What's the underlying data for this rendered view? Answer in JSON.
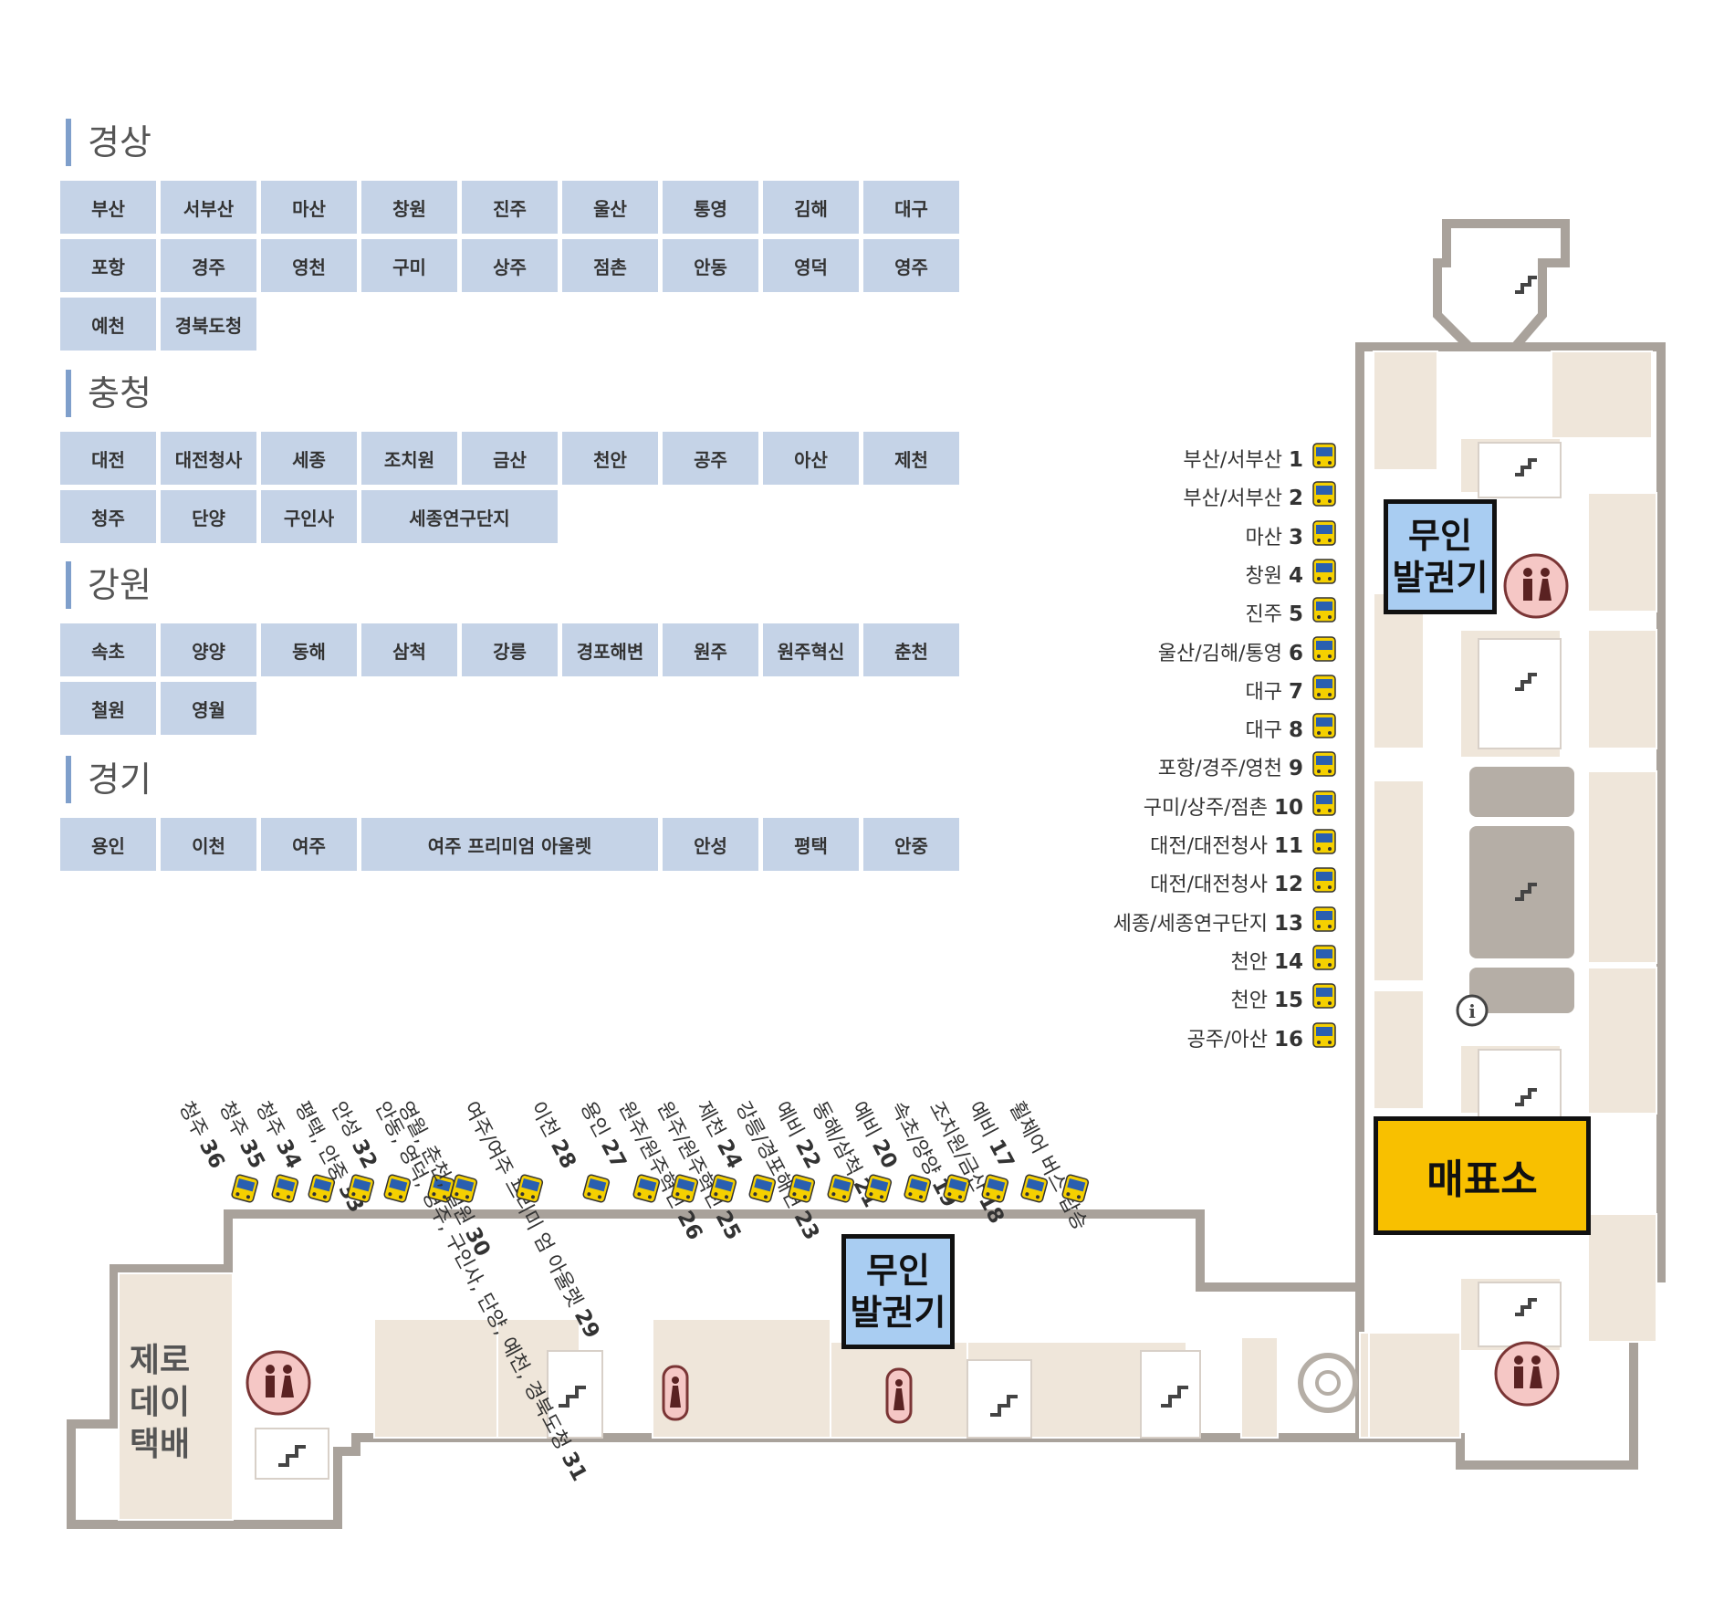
{
  "regions": [
    {
      "title": "경상",
      "cities": [
        "부산",
        "서부산",
        "마산",
        "창원",
        "진주",
        "울산",
        "통영",
        "김해",
        "대구",
        "포항",
        "경주",
        "영천",
        "구미",
        "상주",
        "점촌",
        "안동",
        "영덕",
        "영주",
        "예천",
        "경북도청"
      ]
    },
    {
      "title": "충청",
      "cities": [
        "대전",
        "대전청사",
        "세종",
        "조치원",
        "금산",
        "천안",
        "공주",
        "아산",
        "제천",
        "청주",
        "단양",
        "구인사",
        "세종연구단지"
      ]
    },
    {
      "title": "강원",
      "cities": [
        "속초",
        "양양",
        "동해",
        "삼척",
        "강릉",
        "경포해변",
        "원주",
        "원주혁신",
        "춘천",
        "철원",
        "영월"
      ]
    },
    {
      "title": "경기",
      "cities": [
        "용인",
        "이천",
        "여주",
        "여주 프리미엄 아울렛",
        "안성",
        "평택",
        "안중"
      ]
    }
  ],
  "right_gates": [
    {
      "dest": "부산/서부산",
      "num": "1"
    },
    {
      "dest": "부산/서부산",
      "num": "2"
    },
    {
      "dest": "마산",
      "num": "3"
    },
    {
      "dest": "창원",
      "num": "4"
    },
    {
      "dest": "진주",
      "num": "5"
    },
    {
      "dest": "울산/김해/통영",
      "num": "6"
    },
    {
      "dest": "대구",
      "num": "7"
    },
    {
      "dest": "대구",
      "num": "8"
    },
    {
      "dest": "포항/경주/영천",
      "num": "9"
    },
    {
      "dest": "구미/상주/점촌",
      "num": "10"
    },
    {
      "dest": "대전/대전청사",
      "num": "11"
    },
    {
      "dest": "대전/대전청사",
      "num": "12"
    },
    {
      "dest": "세종/세종연구단지",
      "num": "13"
    },
    {
      "dest": "천안",
      "num": "14"
    },
    {
      "dest": "천안",
      "num": "15"
    },
    {
      "dest": "공주/아산",
      "num": "16"
    }
  ],
  "bottom_gates": [
    {
      "dest": "청주",
      "num": "36"
    },
    {
      "dest": "청주",
      "num": "35"
    },
    {
      "dest": "청주",
      "num": "34"
    },
    {
      "dest": "평택, 안중",
      "num": "33"
    },
    {
      "dest": "안성",
      "num": "32"
    },
    {
      "dest": "안동, 영덕, 영주,\n구인사, 단양, 예천,\n경북도청",
      "num": "31"
    },
    {
      "dest": "영월, 춘천, 철원",
      "num": "30"
    },
    {
      "dest": "여주/여주 프리미\n엄 아울렛",
      "num": "29"
    },
    {
      "dest": "이천",
      "num": "28"
    },
    {
      "dest": "용인",
      "num": "27"
    },
    {
      "dest": "원주/원주혁신",
      "num": "26"
    },
    {
      "dest": "원주/원주혁신",
      "num": "25"
    },
    {
      "dest": "제천",
      "num": "24"
    },
    {
      "dest": "강릉/경포해변",
      "num": "23"
    },
    {
      "dest": "예비",
      "num": "22"
    },
    {
      "dest": "동해/삼척",
      "num": "21"
    },
    {
      "dest": "예비",
      "num": "20"
    },
    {
      "dest": "속초/양양",
      "num": "19"
    },
    {
      "dest": "조치원/금산",
      "num": "18"
    },
    {
      "dest": "예비",
      "num": "17"
    },
    {
      "dest": "휠체어 버스 탑승",
      "num": ""
    }
  ],
  "kiosk_label": [
    "무인",
    "발권기"
  ],
  "ticket_office": "매표소",
  "zeroday": [
    "제로",
    "데이",
    "택배"
  ],
  "colors": {
    "cell_bg": "#c5d3e7",
    "accent_bar": "#7f9fcb",
    "kiosk": "#a9cdf2",
    "ticket": "#f8c000",
    "floor": "#efe6da",
    "wall": "#c9c2bb",
    "restroom": "#f5c7c5"
  },
  "icons": [
    "bus-icon",
    "restroom-icon",
    "stairs-icon",
    "escalator-icon",
    "elevator-icon",
    "info-icon",
    "female-restroom-icon"
  ]
}
